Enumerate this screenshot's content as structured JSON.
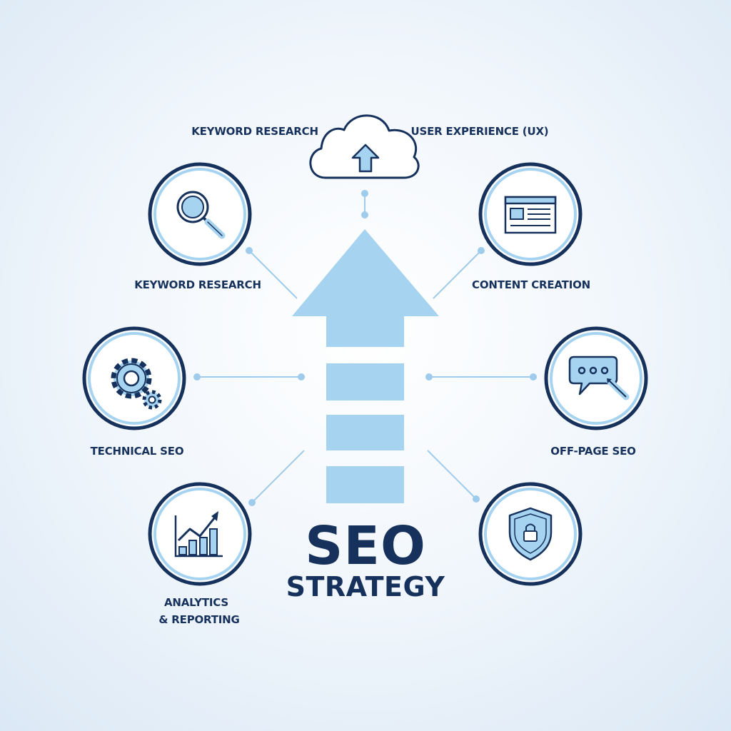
{
  "title": {
    "main": "SEO",
    "sub": "STRATEGY"
  },
  "colors": {
    "navy": "#16325c",
    "light_blue": "#a6d3ef",
    "line": "#9fcbec",
    "circle_fill": "#ffffff"
  },
  "nodes": {
    "cloud": {
      "label_left": "KEYWORD RESEARCH",
      "label_right": "USER EXPERIENCE (UX)",
      "icon": "cloud-upload-icon"
    },
    "keyword": {
      "label": "KEYWORD RESEARCH",
      "icon": "magnifier-icon"
    },
    "content": {
      "label": "CONTENT CREATION",
      "icon": "browser-window-icon"
    },
    "technical": {
      "label": "TECHNICAL SEO",
      "icon": "gears-icon"
    },
    "offpage": {
      "label": "OFF-PAGE SEO",
      "icon": "chat-bubble-pen-icon"
    },
    "analytics": {
      "label_line1": "ANALYTICS",
      "label_line2": "& REPORTING",
      "icon": "bar-chart-trend-icon"
    },
    "security": {
      "icon": "shield-lock-icon"
    }
  }
}
